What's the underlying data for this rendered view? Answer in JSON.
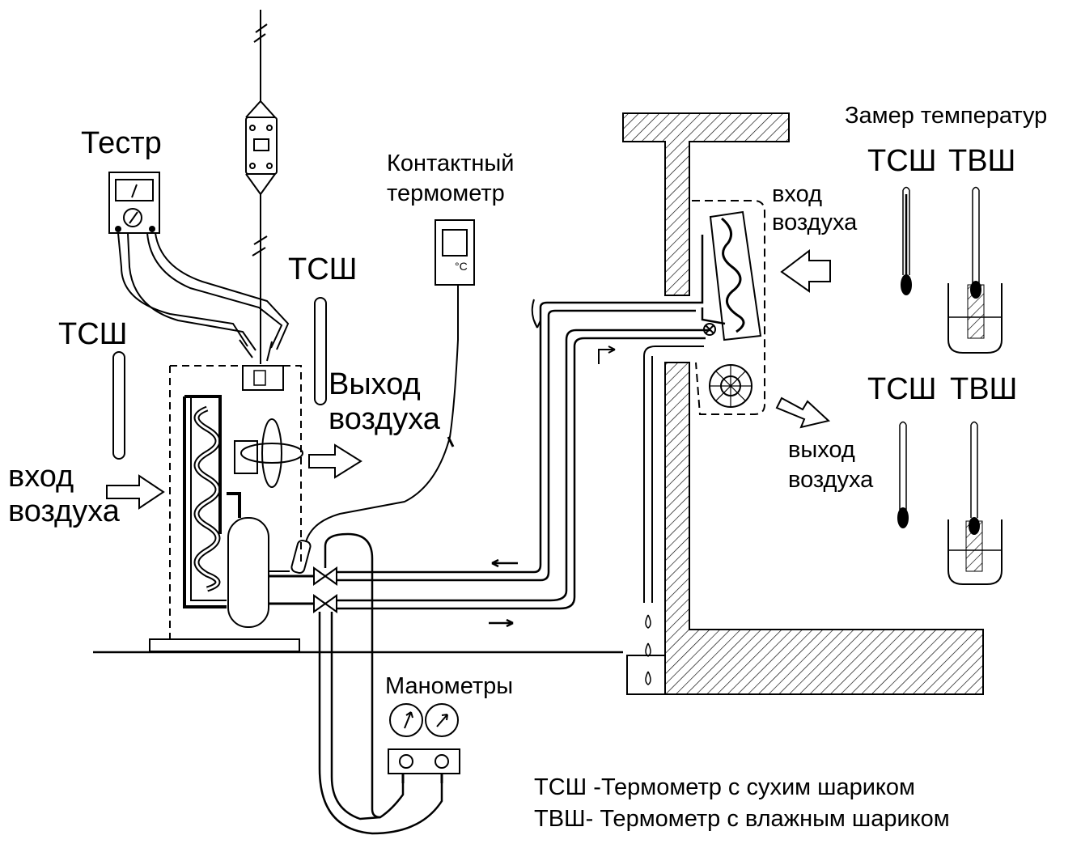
{
  "labels": {
    "tester": "Тестр",
    "tsh_left": "ТСШ",
    "air_in_left": [
      "вход",
      "воздуха"
    ],
    "tsh_mid": "ТСШ",
    "air_out_outdoor": [
      "Выход",
      "воздуха"
    ],
    "contact_thermometer": [
      "Контактный",
      "термометр"
    ],
    "thermometer_unit": "°C",
    "temperature_measurement": "Замер температур",
    "tsh_top": "ТСШ",
    "tvsh_top": "ТВШ",
    "air_in_indoor": [
      "вход",
      "воздуха"
    ],
    "tsh_bottom": "ТСШ",
    "tvsh_bottom": "ТВШ",
    "air_out_indoor": [
      "выход",
      "воздуха"
    ],
    "gauges": "Манометры"
  },
  "legend": [
    "ТСШ -Термометр с сухим шариком",
    "ТВШ- Термометр с влажным шариком"
  ]
}
